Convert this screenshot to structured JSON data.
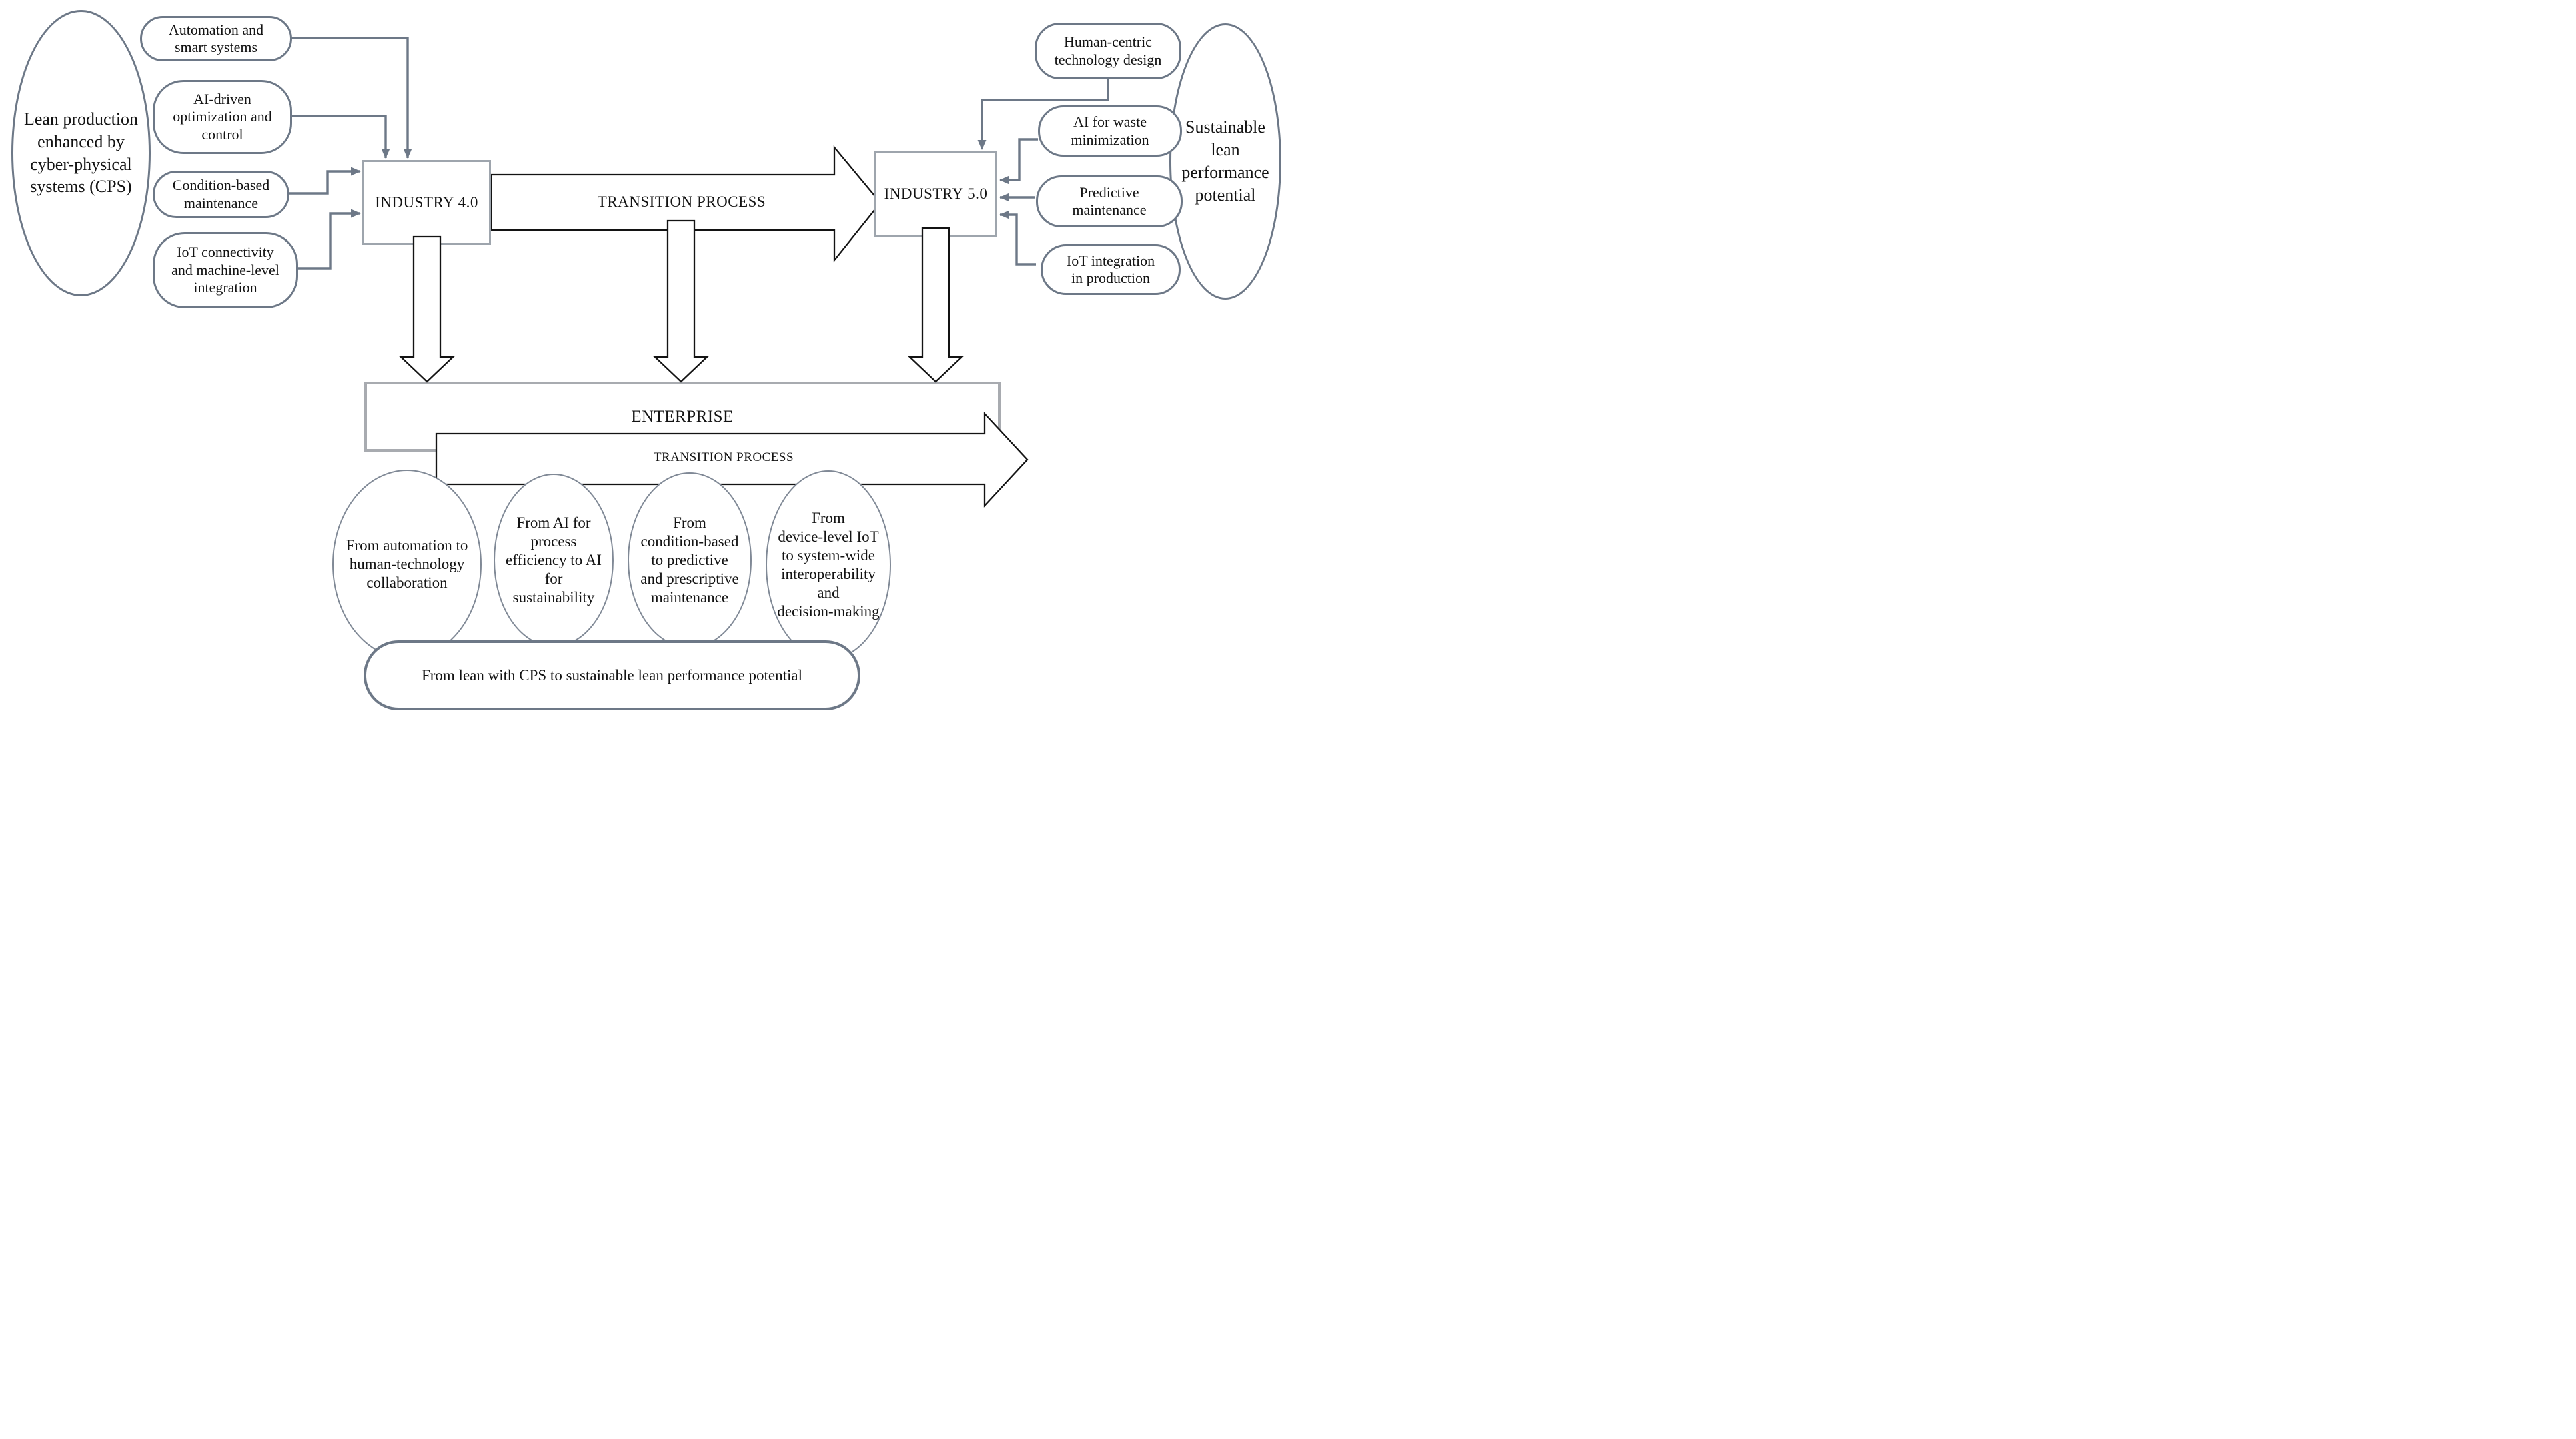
{
  "diagram": {
    "left_oval": {
      "label": "Lean production\nenhanced by\ncyber-physical\nsystems (CPS)"
    },
    "left_inputs": [
      {
        "label": "Automation and\nsmart systems"
      },
      {
        "label": "AI-driven\noptimization and\ncontrol"
      },
      {
        "label": "Condition-based\nmaintenance"
      },
      {
        "label": "IoT connectivity\nand machine-level\nintegration"
      }
    ],
    "industry40": {
      "label": "INDUSTRY 4.0"
    },
    "industry50": {
      "label": "INDUSTRY 5.0"
    },
    "transition_top": {
      "label": "TRANSITION PROCESS"
    },
    "transition_bottom": {
      "label": "TRANSITION PROCESS"
    },
    "right_inputs": [
      {
        "label": "Human-centric\ntechnology design"
      },
      {
        "label": "AI for waste\nminimization"
      },
      {
        "label": "Predictive\nmaintenance"
      },
      {
        "label": "IoT integration\nin production"
      }
    ],
    "right_oval": {
      "label": "Sustainable\nlean\nperformance\npotential"
    },
    "enterprise": {
      "label": "ENTERPRISE"
    },
    "shifts": [
      {
        "label": "From automation to\nhuman-technology\ncollaboration"
      },
      {
        "label": "From AI for\nprocess\nefficiency to AI\nfor\nsustainability"
      },
      {
        "label": "From\ncondition-based\nto predictive\nand prescriptive\nmaintenance"
      },
      {
        "label": "From\ndevice-level IoT\nto system-wide\ninteroperability\nand\ndecision-making"
      }
    ],
    "summary": {
      "label": "From lean with CPS to sustainable lean performance potential"
    },
    "colors": {
      "shape_outline": "#6d7887",
      "frame_border": "#9ea5ad",
      "bar_border": "#a8abb0",
      "arrow_outline": "#131313",
      "text": "#131313",
      "background": "#ffffff"
    }
  }
}
